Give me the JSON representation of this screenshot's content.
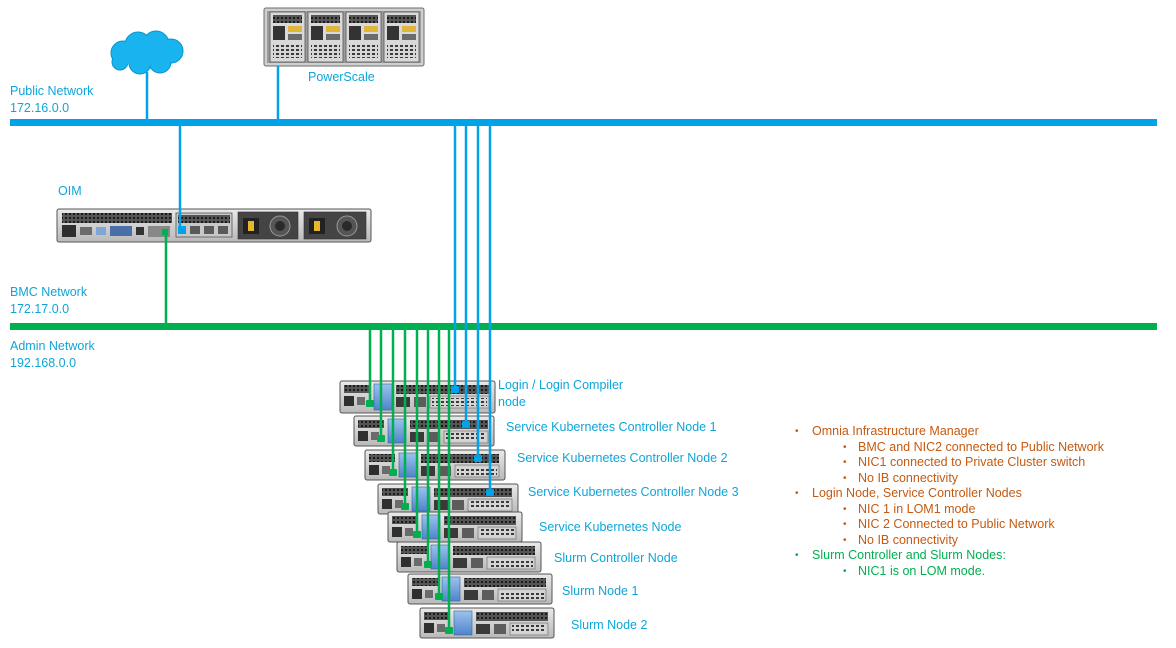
{
  "colors": {
    "public_network": "#00a2e8",
    "admin_network": "#00b050",
    "label_blue": "#0ea5d9",
    "note_orange": "#c55a11",
    "note_green": "#00b050"
  },
  "icons": {
    "cloud": "cloud-icon",
    "storage": "storage-array-icon",
    "server": "rack-server-icon"
  },
  "labels": {
    "public_network_name": "Public Network",
    "public_network_subnet": "172.16.0.0",
    "bmc_network_name": "BMC Network",
    "bmc_network_subnet": "172.17.0.0",
    "admin_network_name": "Admin Network",
    "admin_network_subnet": "192.168.0.0",
    "powerscale": "PowerScale",
    "oim": "OIM"
  },
  "nodes": [
    {
      "label": "Login / Login Compiler",
      "label_line2": "node"
    },
    {
      "label": "Service Kubernetes Controller Node 1"
    },
    {
      "label": "Service Kubernetes Controller Node 2"
    },
    {
      "label": "Service Kubernetes Controller Node 3"
    },
    {
      "label": "Service Kubernetes Node"
    },
    {
      "label": "Slurm Controller Node"
    },
    {
      "label": "Slurm Node 1"
    },
    {
      "label": "Slurm Node 2"
    }
  ],
  "notes": {
    "bullet": "•",
    "groups": [
      {
        "title": "Omnia Infrastructure Manager",
        "color": "#c55a11",
        "items": [
          "BMC and NIC2 connected to Public Network",
          "NIC1 connected to Private Cluster switch",
          "No IB connectivity"
        ]
      },
      {
        "title": "Login Node, Service Controller Nodes",
        "color": "#c55a11",
        "items": [
          "NIC 1 in LOM1 mode",
          "NIC 2 Connected to Public Network",
          "No IB connectivity"
        ]
      },
      {
        "title": "Slurm Controller and Slurm Nodes:",
        "color": "#00b050",
        "items": [
          "NIC1 is on LOM mode."
        ]
      }
    ]
  }
}
